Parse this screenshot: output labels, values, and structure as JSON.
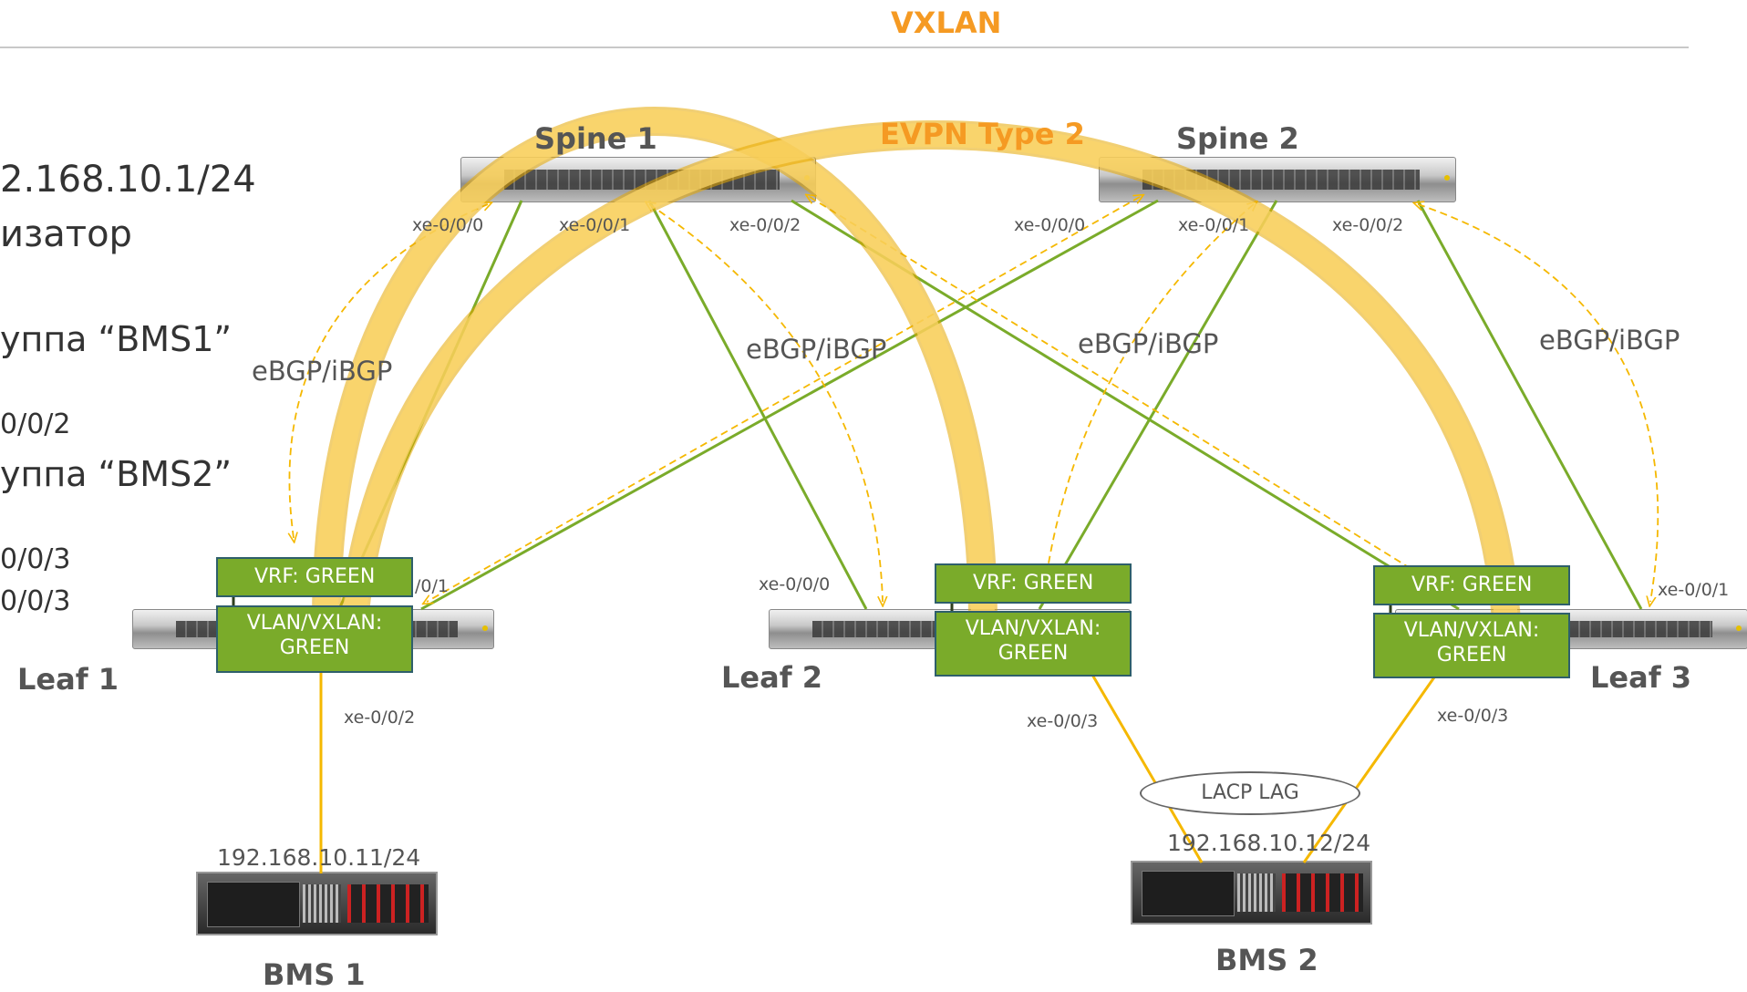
{
  "sidebar": {
    "line1": "2.168.10.1/24",
    "line2": "изатор",
    "line3": "уппа “BMS1”",
    "line4": "0/0/2",
    "line5": "уппа “BMS2”",
    "line6": "0/0/3",
    "line7": "0/0/3"
  },
  "overlay": {
    "vxlan": "VXLAN",
    "evpn": "EVPN Type 2"
  },
  "devices": {
    "spine1": "Spine 1",
    "spine2": "Spine 2",
    "leaf1": "Leaf 1",
    "leaf2": "Leaf 2",
    "leaf3": "Leaf 3",
    "bms1": "BMS 1",
    "bms2": "BMS 2"
  },
  "ports": {
    "s1_p0": "xe-0/0/0",
    "s1_p1": "xe-0/0/1",
    "s1_p2": "xe-0/0/2",
    "s2_p0": "xe-0/0/0",
    "s2_p1": "xe-0/0/1",
    "s2_p2": "xe-0/0/2",
    "l1_p1": "/0/1",
    "l1_p2": "xe-0/0/2",
    "l2_p0": "xe-0/0/0",
    "l2_p3": "xe-0/0/3",
    "l3_p1": "xe-0/0/1",
    "l3_p3": "xe-0/0/3"
  },
  "protocols": {
    "p1": "eBGP/iBGP",
    "p2": "eBGP/iBGP",
    "p3": "eBGP/iBGP",
    "p4": "eBGP/iBGP"
  },
  "tenant": {
    "vrf": "VRF: GREEN",
    "vlan_line1": "VLAN/VXLAN:",
    "vlan_line2": "GREEN"
  },
  "hosts": {
    "bms1_ip": "192.168.10.11/24",
    "bms2_ip": "192.168.10.12/24",
    "lag": "LACP LAG"
  },
  "colors": {
    "underlay": "#7aab2a",
    "bgp_session": "#f5b800",
    "vxlan_tunnel": "#f7c948",
    "overlay_text": "#f59a23",
    "tenant_box": "#7aab2a"
  }
}
